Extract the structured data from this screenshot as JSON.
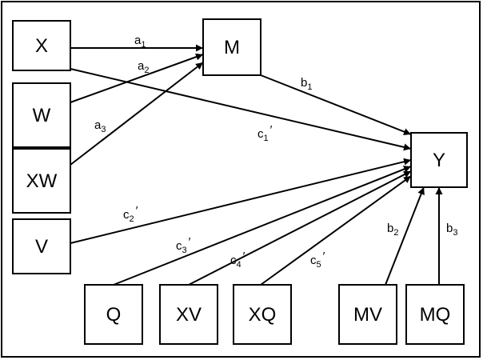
{
  "nodes": {
    "X": {
      "label": "X"
    },
    "W": {
      "label": "W"
    },
    "XW": {
      "label": "XW"
    },
    "V": {
      "label": "V"
    },
    "M": {
      "label": "M"
    },
    "Y": {
      "label": "Y"
    },
    "Q": {
      "label": "Q"
    },
    "XV": {
      "label": "XV"
    },
    "XQ": {
      "label": "XQ"
    },
    "MV": {
      "label": "MV"
    },
    "MQ": {
      "label": "MQ"
    }
  },
  "edges": [
    {
      "id": "a1",
      "from": "X",
      "to": "M",
      "letter": "a",
      "sub": "1",
      "prime": ""
    },
    {
      "id": "a2",
      "from": "W",
      "to": "M",
      "letter": "a",
      "sub": "2",
      "prime": ""
    },
    {
      "id": "a3",
      "from": "XW",
      "to": "M",
      "letter": "a",
      "sub": "3",
      "prime": ""
    },
    {
      "id": "b1",
      "from": "M",
      "to": "Y",
      "letter": "b",
      "sub": "1",
      "prime": ""
    },
    {
      "id": "c1",
      "from": "X",
      "to": "Y",
      "letter": "c",
      "sub": "1",
      "prime": "′"
    },
    {
      "id": "c2",
      "from": "V",
      "to": "Y",
      "letter": "c",
      "sub": "2",
      "prime": "′"
    },
    {
      "id": "c3",
      "from": "Q",
      "to": "Y",
      "letter": "c",
      "sub": "3",
      "prime": "′"
    },
    {
      "id": "c4",
      "from": "XV",
      "to": "Y",
      "letter": "c",
      "sub": "4",
      "prime": "′"
    },
    {
      "id": "c5",
      "from": "XQ",
      "to": "Y",
      "letter": "c",
      "sub": "5",
      "prime": "′"
    },
    {
      "id": "b2",
      "from": "MV",
      "to": "Y",
      "letter": "b",
      "sub": "2",
      "prime": ""
    },
    {
      "id": "b3",
      "from": "MQ",
      "to": "Y",
      "letter": "b",
      "sub": "3",
      "prime": ""
    }
  ]
}
